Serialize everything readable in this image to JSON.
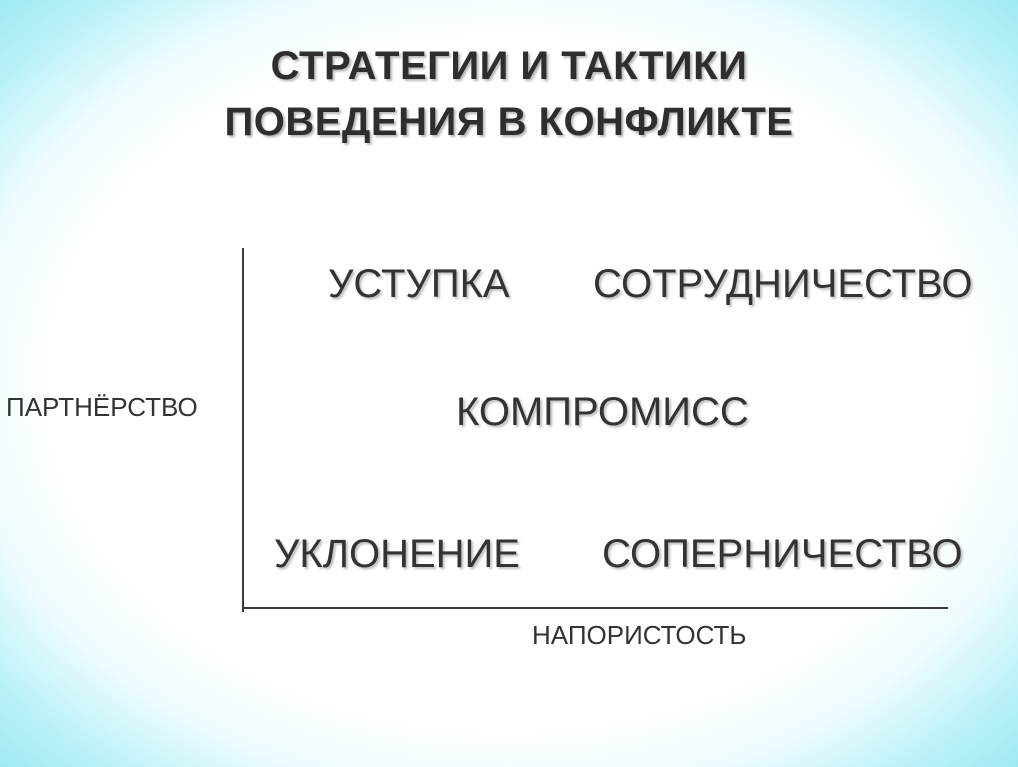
{
  "title": {
    "line1": "СТРАТЕГИИ И ТАКТИКИ",
    "line2": "ПОВЕДЕНИЯ В КОНФЛИКТЕ"
  },
  "axes": {
    "y_label": "ПАРТНЁРСТВО",
    "x_label": "НАПОРИСТОСТЬ"
  },
  "strategies": {
    "top_left": "УСТУПКА",
    "top_right": "СОТРУДНИЧЕСТВО",
    "center": "КОМПРОМИСС",
    "bottom_left": "УКЛОНЕНИЕ",
    "bottom_right": "СОПЕРНИЧЕСТВО"
  }
}
